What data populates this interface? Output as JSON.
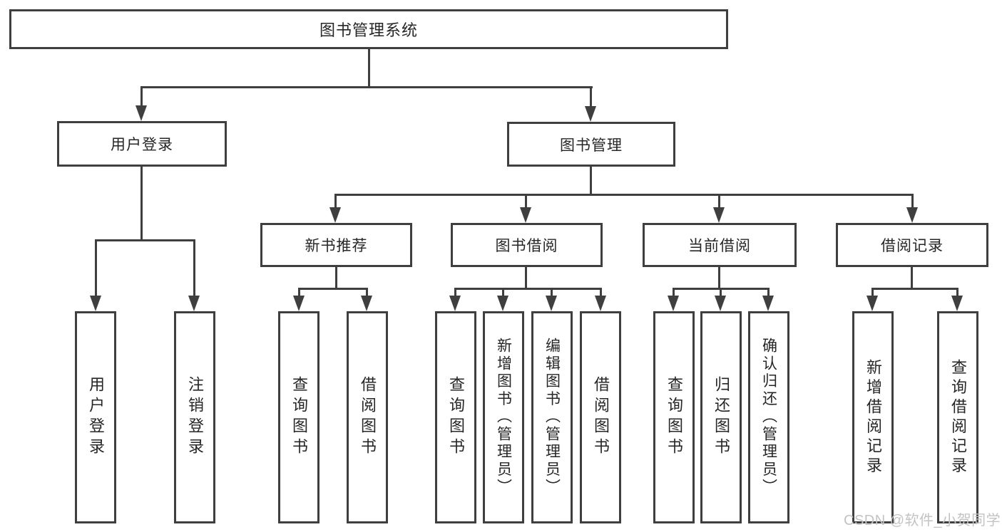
{
  "diagram": {
    "root": {
      "label": "图书管理系统"
    },
    "level2": {
      "user_login": {
        "label": "用户登录"
      },
      "book_mgmt": {
        "label": "图书管理"
      }
    },
    "level3": {
      "new_books": {
        "label": "新书推荐"
      },
      "book_borrow": {
        "label": "图书借阅"
      },
      "current_borrow": {
        "label": "当前借阅"
      },
      "borrow_records": {
        "label": "借阅记录"
      }
    },
    "leaves": {
      "user_login": "用户登录",
      "logout": "注销登录",
      "nb_query": "查询图书",
      "nb_borrow": "借阅图书",
      "bb_query": "查询图书",
      "bb_add": "新增图书（管理员）",
      "bb_edit": "编辑图书（管理员）",
      "bb_borrow": "借阅图书",
      "cb_query": "查询图书",
      "cb_return": "归还图书",
      "cb_confirm": "确认归还（管理员）",
      "br_add": "新增借阅记录",
      "br_query": "查询借阅记录"
    }
  },
  "watermark": "CSDN @软件_小贺同学",
  "colors": {
    "line": "#3f3f3f",
    "text": "#262626",
    "watermark": "#c3c3c3",
    "background": "#ffffff"
  }
}
